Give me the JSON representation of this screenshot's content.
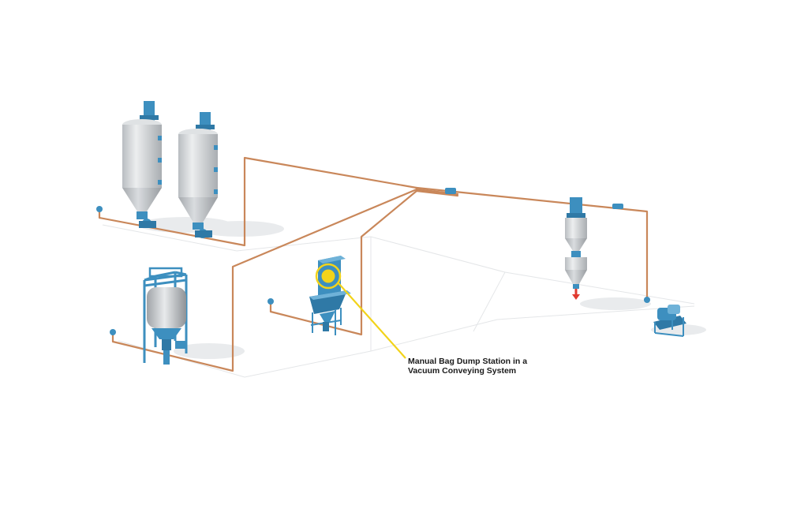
{
  "callout": {
    "line1": "Manual Bag Dump Station in a",
    "line2": "Vacuum Conveying System"
  },
  "colors": {
    "pipe": "#c9875a",
    "equipment_blue": "#3d8fbf",
    "silo_gray": "#cfd2d5",
    "callout_yellow": "#f2d31a",
    "discharge_arrow": "#e03a2f"
  },
  "components": [
    {
      "name": "storage-silo",
      "count": 2
    },
    {
      "name": "bulk-bag-unloader",
      "count": 1
    },
    {
      "name": "manual-bag-dump-station",
      "count": 1
    },
    {
      "name": "vacuum-receiver",
      "count": 1
    },
    {
      "name": "vacuum-pump-package",
      "count": 1
    }
  ]
}
